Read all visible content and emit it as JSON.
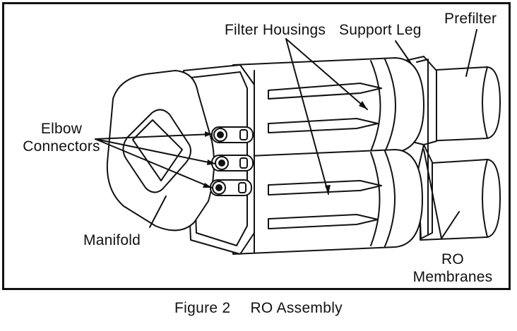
{
  "labels": {
    "filter_housings": "Filter Housings",
    "support_leg": "Support Leg",
    "prefilter": "Prefilter",
    "elbow_line1": "Elbow",
    "elbow_line2": "Connectors",
    "manifold": "Manifold",
    "ro_line1": "RO",
    "ro_line2": "Membranes"
  },
  "caption": {
    "figure_number": "Figure 2",
    "title": "RO Assembly"
  },
  "colors": {
    "line": "#111111",
    "fill": "#ffffff",
    "shade": "#d9d9d9"
  }
}
